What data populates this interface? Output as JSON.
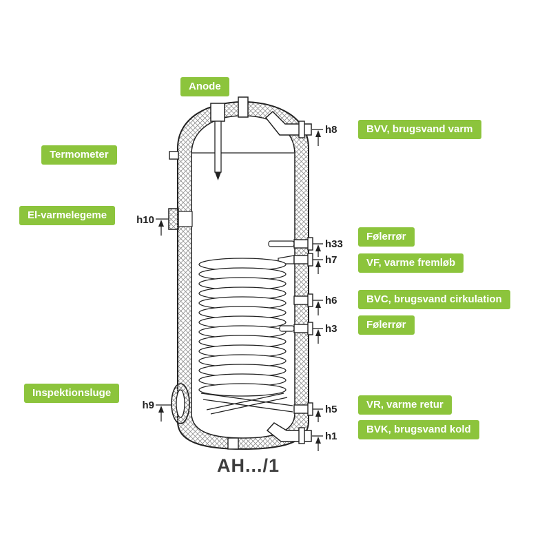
{
  "figure": {
    "model": "AH.../1"
  },
  "callouts": {
    "anode": "Anode",
    "termometer": "Termometer",
    "el_varmelegeme": "El-varmelegeme",
    "inspektionsluge": "Inspektionsluge",
    "bvv": "BVV, brugsvand varm",
    "foelerroer_top": "Følerrør",
    "vf": "VF, varme fremløb",
    "bvc": "BVC, brugsvand cirkulation",
    "foelerroer_mid": "Følerrør",
    "vr": "VR, varme retur",
    "bvk": "BVK, brugsvand kold"
  },
  "dimension_markers": {
    "h1": "h1",
    "h3": "h3",
    "h5": "h5",
    "h6": "h6",
    "h7": "h7",
    "h8": "h8",
    "h9": "h9",
    "h10": "h10",
    "h33": "h33"
  },
  "colors": {
    "callout_green": "#8cc43c",
    "line": "#222222"
  }
}
